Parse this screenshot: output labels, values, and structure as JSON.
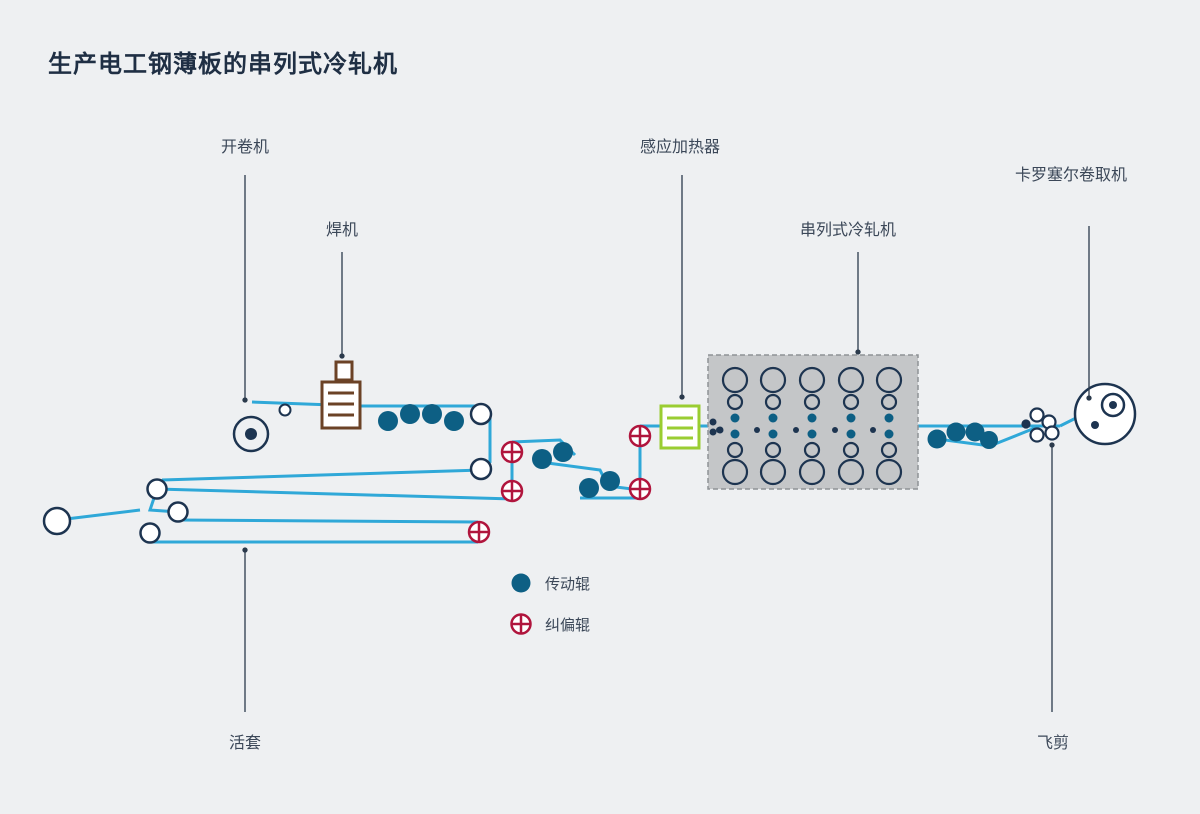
{
  "title": "生产电工钢薄板的串列式冷轧机",
  "labels": {
    "uncoiler": "开卷机",
    "welder": "焊机",
    "heater": "感应加热器",
    "tandem_mill": "串列式冷轧机",
    "carrousel_coiler": "卡罗塞尔卷取机",
    "looper": "活套",
    "flying_shear": "飞剪"
  },
  "legend": {
    "drive_roll": "传动辊",
    "steering_roll": "纠偏辊"
  },
  "colors": {
    "strip": "#2fa8d8",
    "drive_roll": "#0d5f84",
    "steering_roll": "#b0153d",
    "welder": "#6b4226",
    "heater": "#9acd32",
    "mill_box": "#c4c6c8",
    "roll_outline": "#1d3450",
    "leader": "#2b3a4c"
  }
}
